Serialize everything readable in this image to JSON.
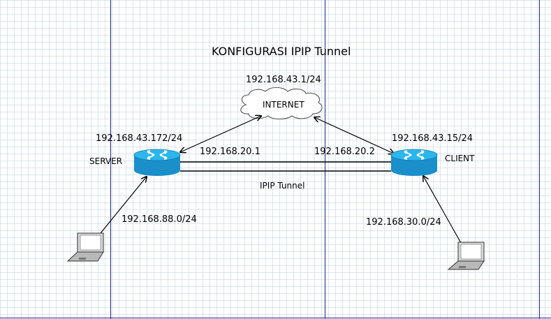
{
  "title": "KONFIGURASI IPIP Tunnel",
  "internet": {
    "label": "INTERNET",
    "ip": "192.168.43.1/24"
  },
  "server": {
    "label": "SERVER",
    "wan_ip": "192.168.43.172/24",
    "tunnel_ip": "192.168.20.1",
    "lan_ip": "192.168.88.0/24"
  },
  "client": {
    "label": "CLIENT",
    "wan_ip": "192.168.43.15/24",
    "tunnel_ip": "192.168.20.2",
    "lan_ip": "192.168.30.0/24"
  },
  "tunnel": {
    "label": "IPIP Tunnel"
  },
  "colors": {
    "router_top": "#2bb6ec",
    "router_body": "#1a8fc9",
    "page_break": "#1f2a8a",
    "grid": "#d3e2ea"
  }
}
